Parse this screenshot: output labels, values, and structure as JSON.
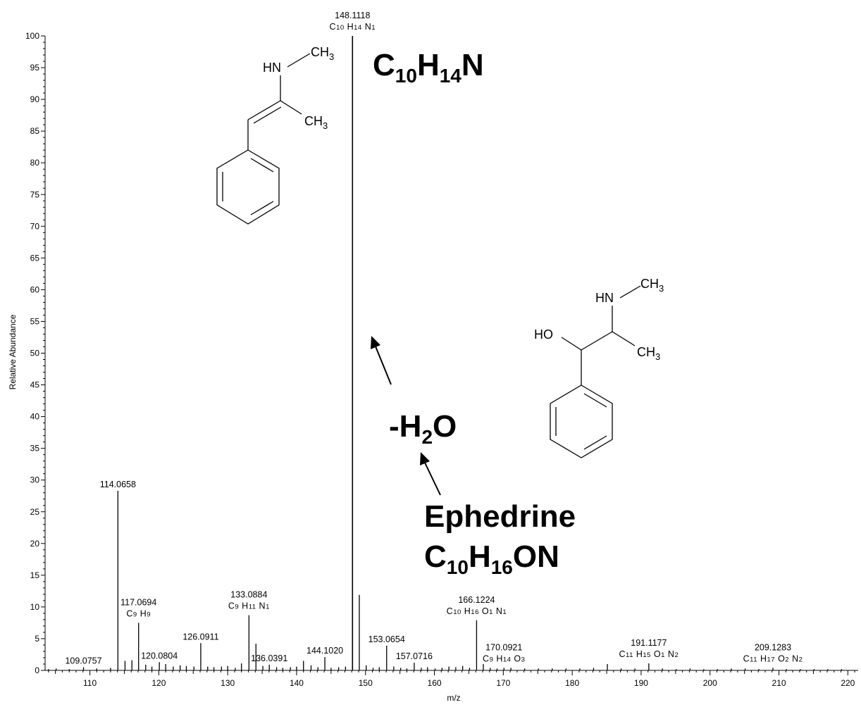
{
  "chart_data": {
    "type": "bar",
    "xlabel": "m/z",
    "ylabel": "Relative Abundance",
    "xlim": [
      103.5,
      221.5
    ],
    "ylim": [
      0,
      100
    ],
    "x_ticks": [
      110,
      120,
      130,
      140,
      150,
      160,
      170,
      180,
      190,
      200,
      210,
      220
    ],
    "y_ticks": [
      0,
      5,
      10,
      15,
      20,
      25,
      30,
      35,
      40,
      45,
      50,
      55,
      60,
      65,
      70,
      75,
      80,
      85,
      90,
      95,
      100
    ],
    "peaks": [
      {
        "mz": 104.0,
        "intensity": 0.2
      },
      {
        "mz": 105.1,
        "intensity": 0.3
      },
      {
        "mz": 107.0,
        "intensity": 0.2
      },
      {
        "mz": 109.0757,
        "intensity": 0.5
      },
      {
        "mz": 111.0,
        "intensity": 0.3
      },
      {
        "mz": 113.0,
        "intensity": 0.4
      },
      {
        "mz": 114.0658,
        "intensity": 28.3
      },
      {
        "mz": 115.1,
        "intensity": 1.5
      },
      {
        "mz": 116.1,
        "intensity": 1.6
      },
      {
        "mz": 117.0694,
        "intensity": 7.5
      },
      {
        "mz": 118.1,
        "intensity": 0.9
      },
      {
        "mz": 119.0,
        "intensity": 0.6
      },
      {
        "mz": 120.0804,
        "intensity": 1.3
      },
      {
        "mz": 121.0,
        "intensity": 1.0
      },
      {
        "mz": 122.1,
        "intensity": 0.6
      },
      {
        "mz": 123.1,
        "intensity": 0.8
      },
      {
        "mz": 124.0,
        "intensity": 0.7
      },
      {
        "mz": 125.1,
        "intensity": 0.6
      },
      {
        "mz": 126.0911,
        "intensity": 4.3
      },
      {
        "mz": 127.1,
        "intensity": 0.6
      },
      {
        "mz": 128.0,
        "intensity": 0.5
      },
      {
        "mz": 129.1,
        "intensity": 0.6
      },
      {
        "mz": 130.0,
        "intensity": 0.7
      },
      {
        "mz": 131.1,
        "intensity": 0.4
      },
      {
        "mz": 132.0,
        "intensity": 1.1
      },
      {
        "mz": 133.0884,
        "intensity": 8.7
      },
      {
        "mz": 134.1,
        "intensity": 4.2
      },
      {
        "mz": 135.1,
        "intensity": 0.7
      },
      {
        "mz": 136.0391,
        "intensity": 0.9
      },
      {
        "mz": 137.1,
        "intensity": 0.5
      },
      {
        "mz": 138.0,
        "intensity": 0.4
      },
      {
        "mz": 139.1,
        "intensity": 0.5
      },
      {
        "mz": 140.0,
        "intensity": 0.6
      },
      {
        "mz": 141.0,
        "intensity": 1.5
      },
      {
        "mz": 142.1,
        "intensity": 0.8
      },
      {
        "mz": 143.1,
        "intensity": 0.5
      },
      {
        "mz": 144.102,
        "intensity": 2.1
      },
      {
        "mz": 145.0,
        "intensity": 0.4
      },
      {
        "mz": 146.1,
        "intensity": 0.5
      },
      {
        "mz": 147.1,
        "intensity": 0.6
      },
      {
        "mz": 148.1118,
        "intensity": 100
      },
      {
        "mz": 149.1,
        "intensity": 11.9
      },
      {
        "mz": 150.1,
        "intensity": 0.8
      },
      {
        "mz": 151.1,
        "intensity": 0.4
      },
      {
        "mz": 152.0,
        "intensity": 0.5
      },
      {
        "mz": 153.0654,
        "intensity": 3.9
      },
      {
        "mz": 154.1,
        "intensity": 0.6
      },
      {
        "mz": 155.1,
        "intensity": 0.4
      },
      {
        "mz": 156.0,
        "intensity": 0.3
      },
      {
        "mz": 157.0716,
        "intensity": 1.2
      },
      {
        "mz": 158.1,
        "intensity": 0.4
      },
      {
        "mz": 159.0,
        "intensity": 0.5
      },
      {
        "mz": 160.1,
        "intensity": 0.3
      },
      {
        "mz": 161.1,
        "intensity": 0.4
      },
      {
        "mz": 162.1,
        "intensity": 0.6
      },
      {
        "mz": 163.1,
        "intensity": 0.5
      },
      {
        "mz": 164.1,
        "intensity": 0.7
      },
      {
        "mz": 165.1,
        "intensity": 0.4
      },
      {
        "mz": 166.1224,
        "intensity": 7.9
      },
      {
        "mz": 167.1,
        "intensity": 1.0
      },
      {
        "mz": 168.1,
        "intensity": 0.4
      },
      {
        "mz": 169.1,
        "intensity": 0.3
      },
      {
        "mz": 170.0921,
        "intensity": 0.4
      },
      {
        "mz": 171.1,
        "intensity": 0.4
      },
      {
        "mz": 173.1,
        "intensity": 0.3
      },
      {
        "mz": 175.1,
        "intensity": 0.3
      },
      {
        "mz": 177.1,
        "intensity": 0.3
      },
      {
        "mz": 179.1,
        "intensity": 0.3
      },
      {
        "mz": 181.1,
        "intensity": 0.3
      },
      {
        "mz": 183.1,
        "intensity": 0.4
      },
      {
        "mz": 185.1,
        "intensity": 1.0
      },
      {
        "mz": 187.1,
        "intensity": 0.3
      },
      {
        "mz": 189.1,
        "intensity": 0.3
      },
      {
        "mz": 191.1177,
        "intensity": 1.1
      },
      {
        "mz": 193.1,
        "intensity": 0.3
      },
      {
        "mz": 195.1,
        "intensity": 0.2
      },
      {
        "mz": 197.1,
        "intensity": 0.3
      },
      {
        "mz": 199.1,
        "intensity": 0.2
      },
      {
        "mz": 201.1,
        "intensity": 0.2
      },
      {
        "mz": 203.1,
        "intensity": 0.3
      },
      {
        "mz": 205.1,
        "intensity": 0.3
      },
      {
        "mz": 207.1,
        "intensity": 0.2
      },
      {
        "mz": 209.1283,
        "intensity": 0.4
      },
      {
        "mz": 211.1,
        "intensity": 0.2
      },
      {
        "mz": 213.1,
        "intensity": 0.2
      },
      {
        "mz": 215.1,
        "intensity": 0.2
      },
      {
        "mz": 217.1,
        "intensity": 0.2
      },
      {
        "mz": 219.1,
        "intensity": 0.2
      }
    ],
    "peak_labels": [
      {
        "mz": 148.1118,
        "intensity": 100,
        "text": "148.1118",
        "formula": [
          "C",
          "10",
          "H",
          "14",
          "N",
          "1"
        ]
      },
      {
        "mz": 114.0658,
        "intensity": 28.3,
        "text": "114.0658",
        "formula": []
      },
      {
        "mz": 117.0694,
        "intensity": 7.5,
        "text": "117.0694",
        "formula": [
          "C",
          "9",
          "H",
          "9"
        ]
      },
      {
        "mz": 120.0804,
        "intensity": 1.3,
        "text": "120.0804",
        "formula": []
      },
      {
        "mz": 126.0911,
        "intensity": 4.3,
        "text": "126.0911",
        "formula": []
      },
      {
        "mz": 109.0757,
        "intensity": 0.5,
        "text": "109.0757",
        "formula": []
      },
      {
        "mz": 133.0884,
        "intensity": 8.7,
        "text": "133.0884",
        "formula": [
          "C",
          "9",
          "H",
          "11",
          "N",
          "1"
        ]
      },
      {
        "mz": 136.0391,
        "intensity": 0.9,
        "text": "136.0391",
        "formula": []
      },
      {
        "mz": 144.102,
        "intensity": 2.1,
        "text": "144.1020",
        "formula": []
      },
      {
        "mz": 153.0654,
        "intensity": 3.9,
        "text": "153.0654",
        "formula": []
      },
      {
        "mz": 157.0716,
        "intensity": 1.2,
        "text": "157.0716",
        "formula": []
      },
      {
        "mz": 166.1224,
        "intensity": 7.9,
        "text": "166.1224",
        "formula": [
          "C",
          "10",
          "H",
          "16",
          "O",
          "1",
          "N",
          "1"
        ]
      },
      {
        "mz": 170.0921,
        "intensity": 0.4,
        "text": "170.0921",
        "formula": [
          "C",
          "9",
          "H",
          "14",
          "O",
          "3"
        ]
      },
      {
        "mz": 191.1177,
        "intensity": 1.1,
        "text": "191.1177",
        "formula": [
          "C",
          "11",
          "H",
          "15",
          "O",
          "1",
          "N",
          "2"
        ]
      },
      {
        "mz": 209.1283,
        "intensity": 0.4,
        "text": "209.1283",
        "formula": [
          "C",
          "11",
          "H",
          "17",
          "O",
          "2",
          "N",
          "2"
        ]
      }
    ],
    "annotations": {
      "product_formula": {
        "base1": "C",
        "sub1": "10",
        "base2": "H",
        "sub2": "14",
        "base3": "N"
      },
      "loss": {
        "prefix": "-H",
        "sub": "2",
        "suffix": "O"
      },
      "precursor_name": "Ephedrine",
      "precursor_formula": {
        "base1": "C",
        "sub1": "10",
        "base2": "H",
        "sub2": "16",
        "base3": "ON"
      }
    },
    "structure_atoms": {
      "hn": "HN",
      "ch3": "CH",
      "ch3_sub": "3",
      "ho": "HO"
    },
    "grid": false
  }
}
